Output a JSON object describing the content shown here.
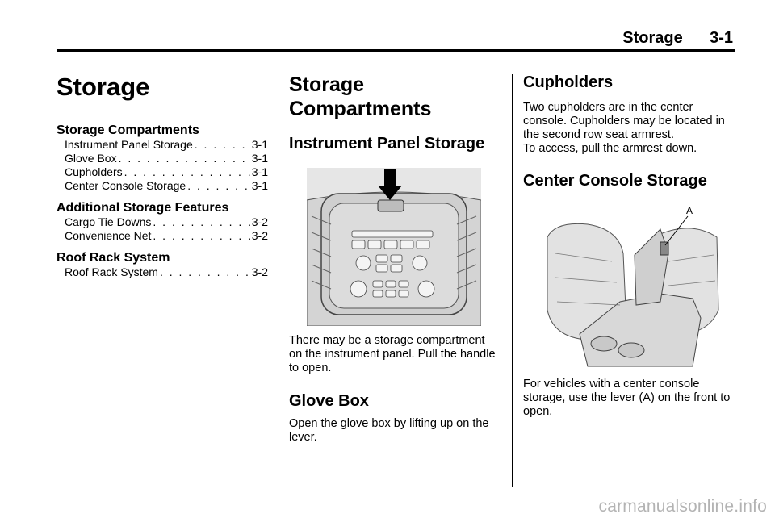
{
  "header": {
    "section": "Storage",
    "page": "3-1"
  },
  "toc": {
    "title": "Storage",
    "sections": [
      {
        "title": "Storage Compartments",
        "entries": [
          {
            "label": "Instrument Panel Storage",
            "page": "3-1"
          },
          {
            "label": "Glove Box",
            "page": "3-1"
          },
          {
            "label": "Cupholders",
            "page": "3-1"
          },
          {
            "label": "Center Console Storage",
            "page": "3-1"
          }
        ]
      },
      {
        "title": "Additional Storage Features",
        "entries": [
          {
            "label": "Cargo Tie Downs",
            "page": "3-2"
          },
          {
            "label": "Convenience Net",
            "page": "3-2"
          }
        ]
      },
      {
        "title": "Roof Rack System",
        "entries": [
          {
            "label": "Roof Rack System",
            "page": "3-2"
          }
        ]
      }
    ]
  },
  "col2": {
    "title_line1": "Storage",
    "title_line2": "Compartments",
    "instrument_heading": "Instrument Panel Storage",
    "instrument_text": "There may be a storage compartment on the instrument panel. Pull the handle to open.",
    "glove_heading": "Glove Box",
    "glove_text": "Open the glove box by lifting up on the lever."
  },
  "col3": {
    "cupholders_heading": "Cupholders",
    "cupholders_text1": "Two cupholders are in the center console. Cupholders may be located in the second row seat armrest.",
    "cupholders_text2": "To access, pull the armrest down.",
    "console_heading": "Center Console Storage",
    "console_label": "A",
    "console_text": "For vehicles with a center console storage, use the lever (A) on the front to open."
  },
  "watermark": "carmanualsonline.info"
}
